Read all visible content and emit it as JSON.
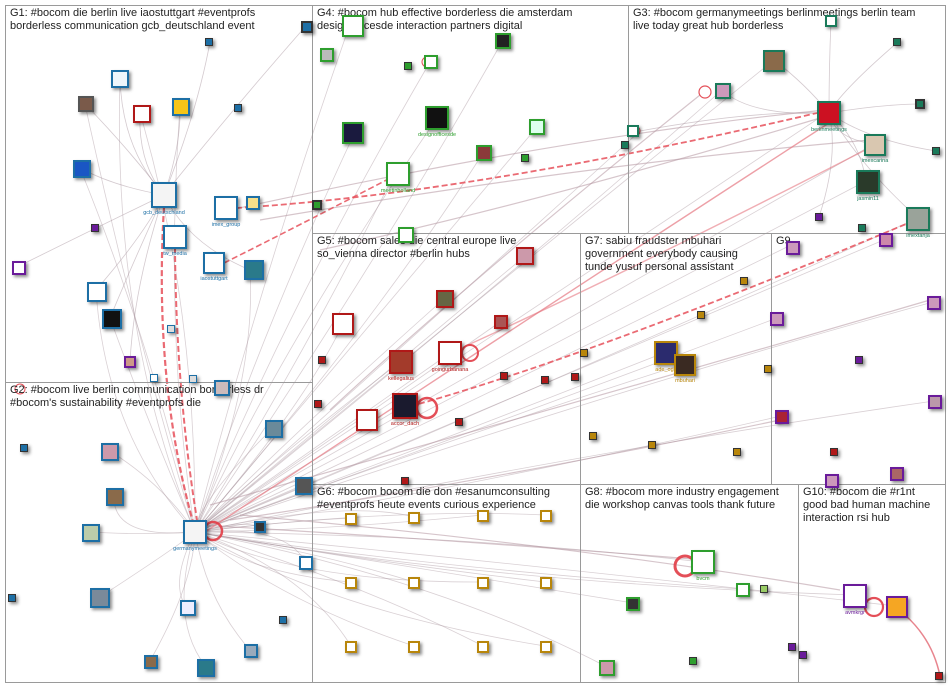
{
  "groups": [
    {
      "id": "G1",
      "label": "G1: #bocom die berlin live iaostuttgart #eventprofs\nborderless communication gcb_deutschland event"
    },
    {
      "id": "G4",
      "label": "G4: #bocom hub effective borderless die amsterdam\ndesignofficesde interaction partners digital"
    },
    {
      "id": "G3",
      "label": "G3: #bocom germanymeetings berlinmeetings berlin team\nlive today great hub borderless"
    },
    {
      "id": "G5",
      "label": "G5: #bocom sales die central europe live\nso_vienna director #berlin hubs"
    },
    {
      "id": "G7",
      "label": "G7: sabiu fraudster mbuhari\ngovernment everybody causing\ntunde yusuf personal assistant"
    },
    {
      "id": "G9",
      "label": "G9"
    },
    {
      "id": "G2",
      "label": "G2: #bocom live berlin communication borderless dr\n#bocom's sustainability #eventprofs die"
    },
    {
      "id": "G6",
      "label": "G6: #bocom bocom die don #esanumconsulting\n#eventprofs heute events curious experience"
    },
    {
      "id": "G8",
      "label": "G8: #bocom more industry engagement\ndie workshop canvas tools thank future"
    },
    {
      "id": "G10",
      "label": "G10: #bocom die #r1nt\ngood bad human machine\ninteraction rsi hub"
    }
  ],
  "nodes": [
    {
      "id": "gcb_deutschland",
      "label": "gcb_deutschland",
      "color": "#1d6fa5",
      "icon": "gcb-logo-icon"
    },
    {
      "id": "imex_group",
      "label": "imex_group",
      "color": "#1d6fa5",
      "icon": "imex-logo-icon"
    },
    {
      "id": "tw_media",
      "label": "tw_media",
      "color": "#1d6fa5",
      "icon": "tw-logo-icon"
    },
    {
      "id": "iaostuttgart",
      "label": "iaostuttgart",
      "color": "#1d6fa5",
      "icon": "iao-logo-icon"
    },
    {
      "id": "designofficesde",
      "label": "designofficesde",
      "color": "#2e9e2e",
      "icon": "designoffices-logo-icon"
    },
    {
      "id": "meetinholland",
      "label": "meetinholland",
      "color": "#2e9e2e",
      "icon": "tulip-logo-icon"
    },
    {
      "id": "berlinmeetings",
      "label": "berlinmeetings",
      "color": "#1a7a5a",
      "icon": "berlin-logo-icon"
    },
    {
      "id": "imexcarina",
      "label": "imexcarina",
      "color": "#1a7a5a",
      "icon": "avatar-icon"
    },
    {
      "id": "jasmin11",
      "label": "jasmin11",
      "color": "#1a7a5a",
      "icon": "avatar-icon"
    },
    {
      "id": "imextanja",
      "label": "imextanja",
      "color": "#1a7a5a",
      "icon": "avatar-icon"
    },
    {
      "id": "kellegalius",
      "label": "kellegalius",
      "color": "#b01818",
      "icon": "avatar-icon"
    },
    {
      "id": "goingurbanana",
      "label": "goingurbanana",
      "color": "#b01818",
      "icon": "urbanana-logo-icon"
    },
    {
      "id": "accor_dach",
      "label": "accor_dach",
      "color": "#b01818",
      "icon": "accor-logo-icon"
    },
    {
      "id": "ade_ogb",
      "label": "ade_ogb",
      "color": "#b8860b",
      "icon": "avatar-icon"
    },
    {
      "id": "mbuhari",
      "label": "mbuhari",
      "color": "#b8860b",
      "icon": "avatar-icon"
    },
    {
      "id": "germanymeetings",
      "label": "germanymeetings",
      "color": "#1d6fa5",
      "icon": "gcb-logo-icon"
    },
    {
      "id": "bvcm",
      "label": "bvcm",
      "color": "#2e9e2e",
      "icon": "bvcm-logo-icon"
    },
    {
      "id": "avmkrgr",
      "label": "avmkrgr",
      "color": "#6a1b9a",
      "icon": "avatar-icon"
    }
  ]
}
